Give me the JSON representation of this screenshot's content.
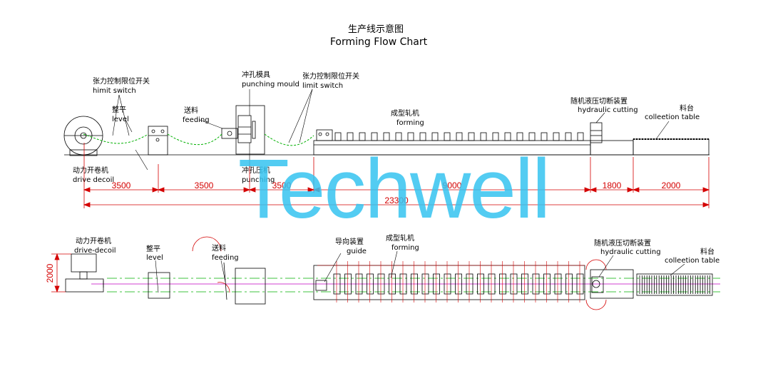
{
  "title": {
    "cn": "生产线示意图",
    "en": "Forming Flow Chart"
  },
  "watermark": "Techwell",
  "side_view": {
    "labels": {
      "limit_switch_1": {
        "cn": "张力控制限位开关",
        "en": "himit switch"
      },
      "level": {
        "cn": "整平",
        "en": "level"
      },
      "drive_decoil": {
        "cn": "动力开卷机",
        "en": "drive decoil"
      },
      "feeding": {
        "cn": "送料",
        "en": "feeding"
      },
      "punching_mould": {
        "cn": "冲孔模具",
        "en": "punching mould"
      },
      "punching": {
        "cn": "冲孔压机",
        "en": "punching"
      },
      "limit_switch_2": {
        "cn": "张力控制限位开关",
        "en": "limit switch"
      },
      "forming": {
        "cn": "成型轧机",
        "en": "forming"
      },
      "hydraulic_cutting": {
        "cn": "随机液压切断装置",
        "en": "hydraulic cutting"
      },
      "collection_table": {
        "cn": "料台",
        "en": "colleetion table"
      }
    },
    "dimensions": {
      "d1": "3500",
      "d2": "3500",
      "d3": "3500",
      "d4": "9000",
      "d5": "1800",
      "d6": "2000",
      "total": "23300"
    }
  },
  "top_view": {
    "labels": {
      "drive_decoil": {
        "cn": "动力开卷机",
        "en": "drive-decoil"
      },
      "level": {
        "cn": "整平",
        "en": "level"
      },
      "feeding": {
        "cn": "送料",
        "en": "feeding"
      },
      "guide": {
        "cn": "导向装置",
        "en": "guide"
      },
      "forming": {
        "cn": "成型轧机",
        "en": "forming"
      },
      "hydraulic_cutting": {
        "cn": "随机液压切断装置",
        "en": "hydraulic cutting"
      },
      "collection_table": {
        "cn": "料台",
        "en": "colleetion table"
      }
    },
    "width_dim": "2000"
  },
  "colors": {
    "line": "#000000",
    "dimension": "#d40000",
    "strip": "#00b000",
    "axis": "#c000c0",
    "watermark": "#35c3f0"
  }
}
